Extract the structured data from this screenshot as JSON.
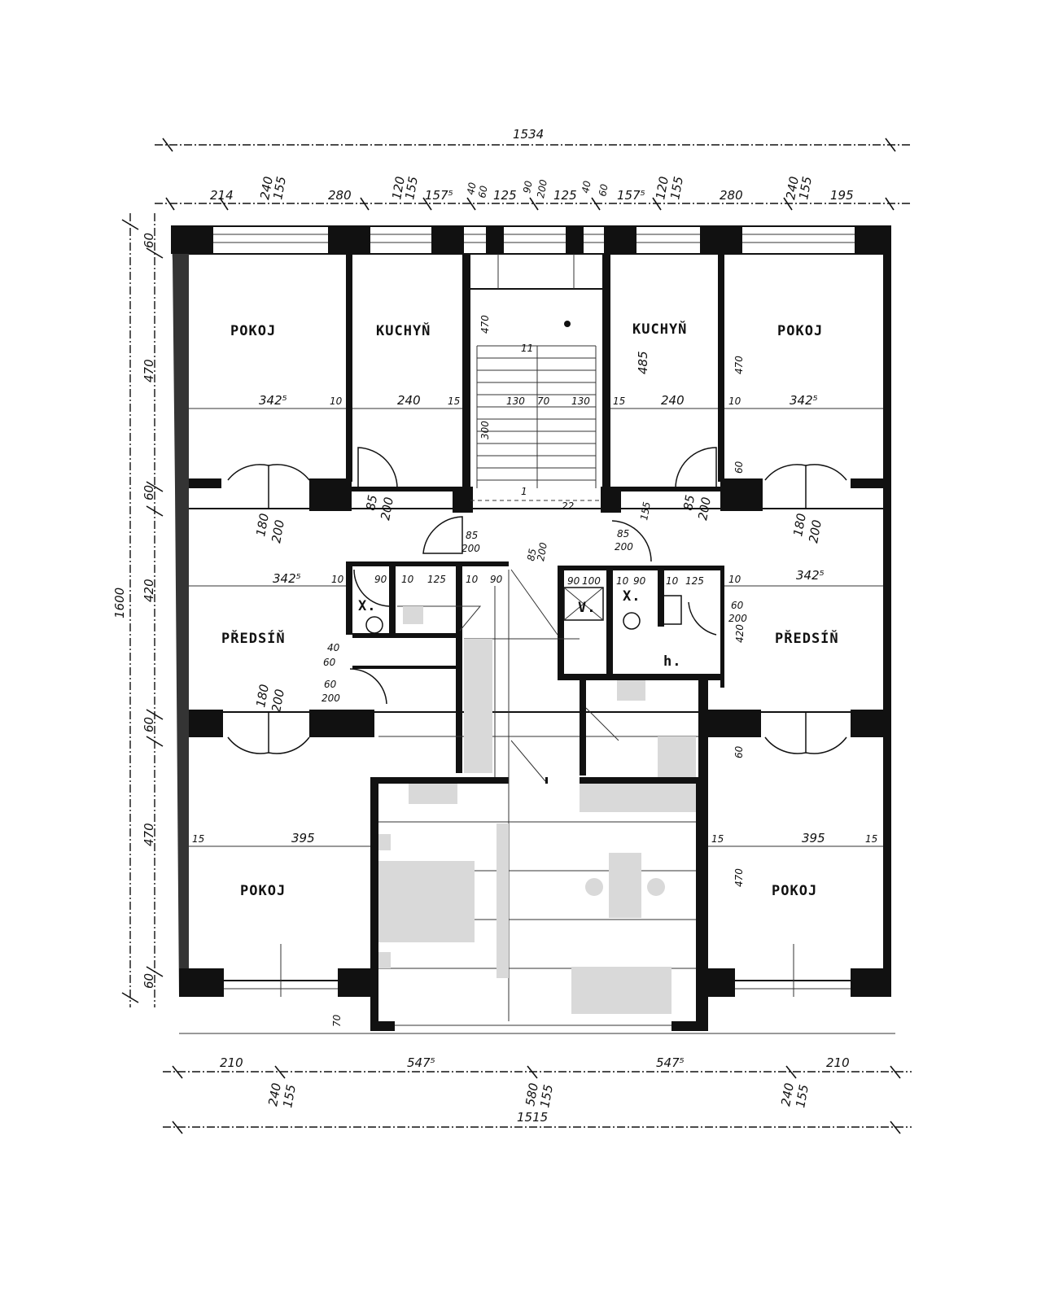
{
  "plan": {
    "overall_top": "1534",
    "overall_bottom": "1515",
    "overall_left": "1600",
    "top_dims": [
      "214",
      "240",
      "155",
      "280",
      "120",
      "155",
      "157⁵",
      "40",
      "60",
      "125",
      "90",
      "200",
      "125",
      "40",
      "60",
      "157⁵",
      "120",
      "155",
      "280",
      "240",
      "155",
      "195"
    ],
    "bottom_dims": [
      "210",
      "547⁵",
      "547⁵",
      "210",
      "240",
      "155",
      "580",
      "155",
      "240",
      "155"
    ],
    "left_dims": [
      "60",
      "470",
      "60",
      "420",
      "60",
      "470",
      "60"
    ],
    "rooms": {
      "room_tl": "POKOJ",
      "kitchen_l": "KUCHYŇ",
      "kitchen_r": "KUCHYŇ",
      "room_tr": "POKOJ",
      "hall_l": "PŘEDSÍŇ",
      "hall_r": "PŘEDSÍŇ",
      "room_bl": "POKOJ",
      "room_br": "POKOJ"
    },
    "inner_dims": [
      "342⁵",
      "10",
      "240",
      "15",
      "130",
      "70",
      "130",
      "15",
      "240",
      "10",
      "342⁵",
      "470",
      "485",
      "300",
      "470",
      "60",
      "60",
      "180",
      "200",
      "85",
      "200",
      "85",
      "200",
      "155",
      "85",
      "200",
      "180",
      "200",
      "342⁵",
      "10",
      "90",
      "10",
      "125",
      "10",
      "90",
      "90",
      "100",
      "10",
      "90",
      "10",
      "125",
      "10",
      "342⁵",
      "420",
      "60",
      "200",
      "180",
      "200",
      "40",
      "60",
      "60",
      "200",
      "15",
      "395",
      "15",
      "395",
      "15",
      "470",
      "470",
      "70",
      "1",
      "22",
      "11",
      "85",
      "200",
      "85",
      "200"
    ],
    "fixture_labels": [
      "X.",
      "X.",
      "V.",
      "h."
    ]
  }
}
